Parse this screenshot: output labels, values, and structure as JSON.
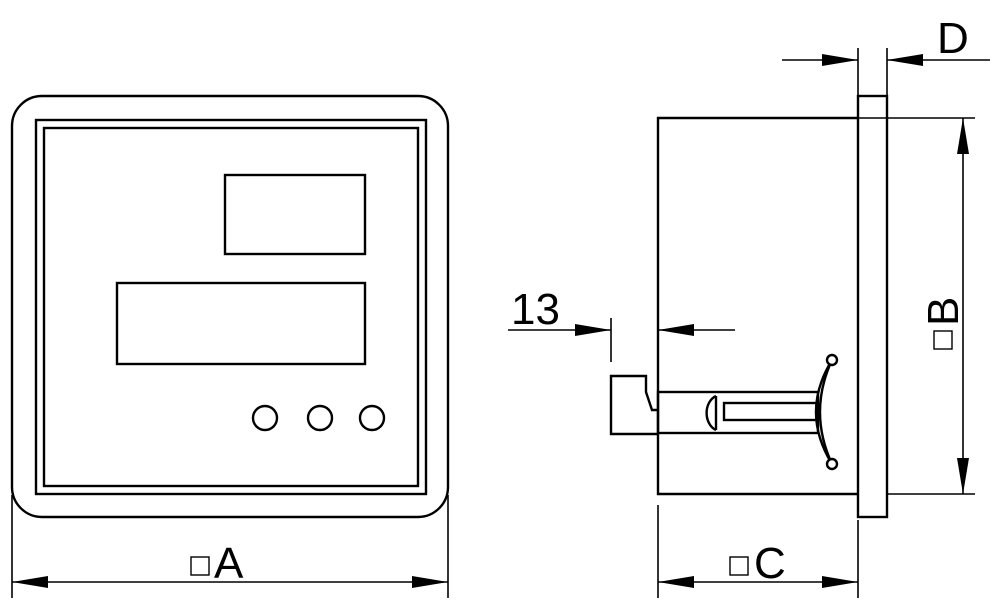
{
  "labels": {
    "dim_a": "A",
    "dim_b": "B",
    "dim_c": "C",
    "dim_d": "D",
    "dim_13": "13"
  },
  "symbols": {
    "square": "square-symbol"
  }
}
